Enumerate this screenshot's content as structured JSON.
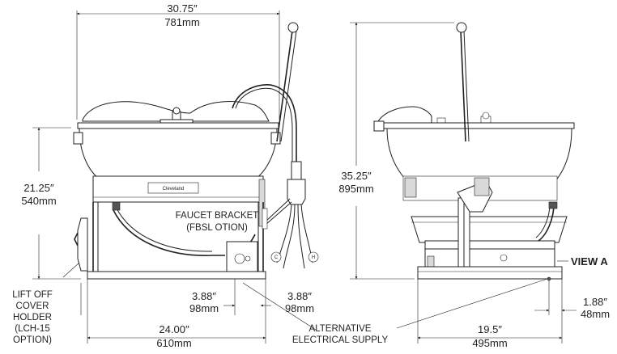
{
  "dimensions": {
    "front_width": {
      "imperial": "30.75″",
      "metric": "781mm"
    },
    "front_height": {
      "imperial": "21.25″",
      "metric": "540mm"
    },
    "left_offset": {
      "imperial": "3.88″",
      "metric": "98mm"
    },
    "right_offset": {
      "imperial": "3.88″",
      "metric": "98mm"
    },
    "base_width": {
      "imperial": "24.00″",
      "metric": "610mm"
    },
    "side_height": {
      "imperial": "35.25″",
      "metric": "895mm"
    },
    "side_base_width": {
      "imperial": "19.5″",
      "metric": "495mm"
    },
    "side_offset": {
      "imperial": "1.88″",
      "metric": "48mm"
    }
  },
  "labels": {
    "faucet_bracket": [
      "FAUCET BRACKET",
      "(FBSL OTION)"
    ],
    "lift_off": [
      "LIFT OFF",
      "COVER",
      "HOLDER",
      "(LCH-15",
      "OPTION)"
    ],
    "alt_supply": [
      "ALTERNATIVE",
      "ELECTRICAL SUPPLY"
    ],
    "view_a": "VIEW A",
    "brand": "Cleveland",
    "cold": "C",
    "hot": "H"
  }
}
